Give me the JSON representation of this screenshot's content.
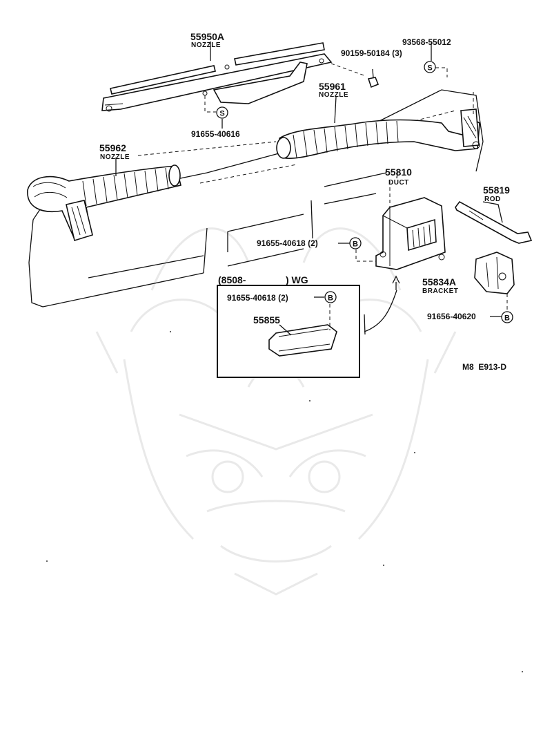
{
  "diagram": {
    "labels": {
      "p55950a": {
        "number": "55950A",
        "name": "NOZZLE"
      },
      "p90159": {
        "number": "90159-50184 (3)"
      },
      "p93568": {
        "number": "93568-55012"
      },
      "p55961": {
        "number": "55961",
        "name": "NOZZLE"
      },
      "p91655_40616": {
        "number": "91655-40616"
      },
      "p55962": {
        "number": "55962",
        "name": "NOZZLE"
      },
      "p55810": {
        "number": "55810",
        "name": "DUCT"
      },
      "p55819": {
        "number": "55819",
        "name": "ROD"
      },
      "p91655_40618": {
        "number": "91655-40618 (2)"
      },
      "p55834a": {
        "number": "55834A",
        "name": "BRACKET"
      },
      "p91656_40620": {
        "number": "91656-40620"
      },
      "inset_title": {
        "left": "(8508-",
        "right": ") WG"
      },
      "inset_ref": {
        "number": "91655-40618 (2)"
      },
      "p55855": {
        "number": "55855"
      },
      "code": "M8  E913-D"
    },
    "symbols": {
      "screw": "S",
      "bolt": "B"
    },
    "watermark": "samurai-mask-watermark"
  }
}
